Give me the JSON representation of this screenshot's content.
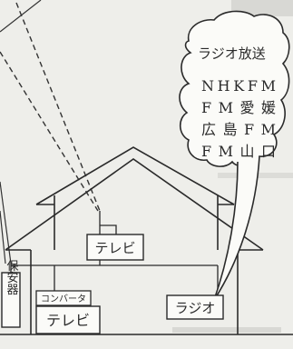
{
  "speech_bubble": {
    "title": "ラジオ放送",
    "stations": [
      "NHKFM",
      "FM愛媛",
      "広島FM",
      "FM山口"
    ]
  },
  "labels": {
    "tv_upstairs": "テレビ",
    "tv_downstairs": "テレビ",
    "converter": "コンバータ",
    "radio": "ラジオ",
    "protector": "保安器"
  }
}
